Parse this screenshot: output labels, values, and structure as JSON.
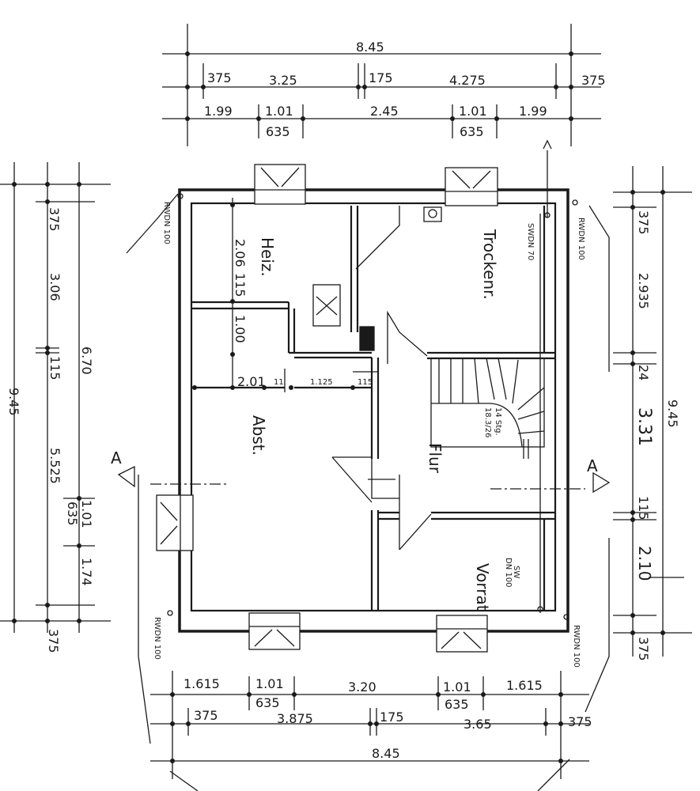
{
  "dimensions": {
    "top": {
      "total": "8.45",
      "row2": [
        "375",
        "3.25",
        "175",
        "4.275",
        "375"
      ],
      "row3": [
        "1.99",
        "1.01",
        "635",
        "2.45",
        "1.01",
        "635",
        "1.99"
      ]
    },
    "bottom": {
      "row1": [
        "1.615",
        "1.01",
        "635",
        "3.20",
        "1.01",
        "635",
        "1.615"
      ],
      "row2": [
        "375",
        "3.875",
        "175",
        "3.65",
        "375"
      ],
      "total": "8.45"
    },
    "left": {
      "total": "9.45",
      "row2": [
        "375",
        "3.06",
        "115",
        "5.525",
        "375"
      ],
      "row3": [
        "6.70",
        "1.01",
        "635",
        "1.74"
      ]
    },
    "right": {
      "row1": [
        "375",
        "2.935",
        "24",
        "3.31",
        "115",
        "2.10",
        "375"
      ],
      "total": "9.45"
    },
    "interior": [
      "2.06",
      "115",
      "1.00",
      "2.01",
      "11",
      "1.125",
      "115"
    ]
  },
  "rooms": {
    "heiz": "Heiz.",
    "trocken": "Trockenr.",
    "abst": "Abst.",
    "flur": "Flur",
    "vorrat": "Vorrat"
  },
  "labels": {
    "section_left": "A",
    "section_right": "A",
    "rwdn_tl": "RWDN 100",
    "rwdn_tr": "RWDN 100",
    "rwdn_bl": "RWDN 100",
    "rwdn_br": "RWDN 100",
    "swdn": "SWDN 70",
    "sw": "SW",
    "dn": "DN 100",
    "stair1": "14 Stg.",
    "stair2": "18.3/26"
  }
}
